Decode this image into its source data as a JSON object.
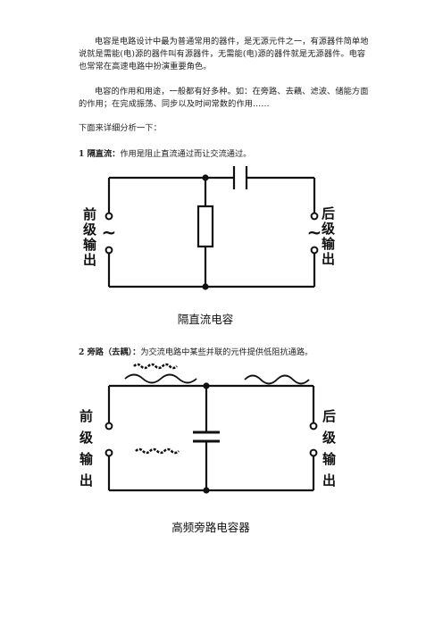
{
  "intro": {
    "p1": "电容是电路设计中最为普通常用的器件，是无源元件之一，有源器件简单地说就是需能(电)源的器件叫有源器件，无需能(电)源的器件就是无源器件。电容也常常在高速电路中扮演重要角色。",
    "p2": "电容的作用和用途，一般都有好多种。如：在旁路、去藕、滤波、储能方面的作用；在完成振荡、同步以及时间常数的作用……",
    "p3": "下面来详细分析一下："
  },
  "section1": {
    "title": "1 隔直流：",
    "desc": "作用是阻止直流通过而让交流通过。",
    "left_label": [
      "前",
      "级",
      "输",
      "出"
    ],
    "right_label": [
      "后",
      "级",
      "输",
      "出"
    ],
    "left_symbol": "∼",
    "right_symbol": "∼",
    "caption": "隔直流电容"
  },
  "section2": {
    "title": "2 旁路（去耦）：",
    "desc": "为交流电路中某些并联的元件提供低阻抗通路。",
    "left_label": [
      "前",
      "级",
      "输",
      "出"
    ],
    "right_label": [
      "后",
      "级",
      "输",
      "出"
    ],
    "caption": "高频旁路电容器"
  }
}
